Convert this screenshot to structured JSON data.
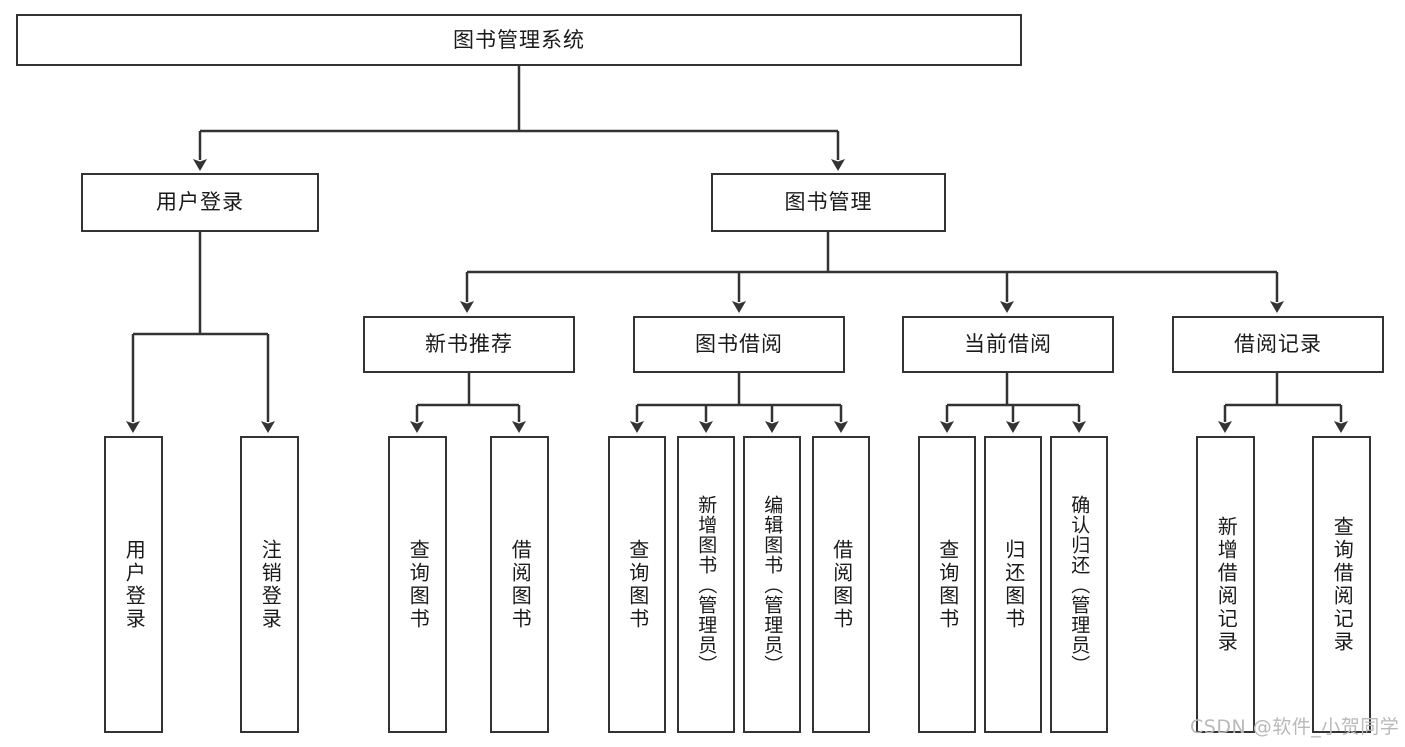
{
  "diagram": {
    "title_node": {
      "label": "图书管理系统"
    },
    "level2": [
      {
        "label": "用户登录"
      },
      {
        "label": "图书管理"
      }
    ],
    "level3": [
      {
        "label": "新书推荐"
      },
      {
        "label": "图书借阅"
      },
      {
        "label": "当前借阅"
      },
      {
        "label": "借阅记录"
      }
    ],
    "leaves": {
      "user_login": [
        {
          "label": "用户登录"
        },
        {
          "label": "注销登录"
        }
      ],
      "new_book_recommend": [
        {
          "label": "查询图书"
        },
        {
          "label": "借阅图书"
        }
      ],
      "book_borrow": [
        {
          "label": "查询图书"
        },
        {
          "label": "新增图书（管理员）"
        },
        {
          "label": "编辑图书（管理员）"
        },
        {
          "label": "借阅图书"
        }
      ],
      "current_borrow": [
        {
          "label": "查询图书"
        },
        {
          "label": "归还图书"
        },
        {
          "label": "确认归还（管理员）"
        }
      ],
      "borrow_record": [
        {
          "label": "新增借阅记录"
        },
        {
          "label": "查询借阅记录"
        }
      ]
    }
  },
  "watermark": {
    "text": "CSDN @软件_小贺同学"
  },
  "colors": {
    "stroke": "#333333",
    "box_fill": "#ffffff",
    "text": "#1a1a1a",
    "watermark": "#b9b9b9",
    "background": "#ffffff"
  }
}
